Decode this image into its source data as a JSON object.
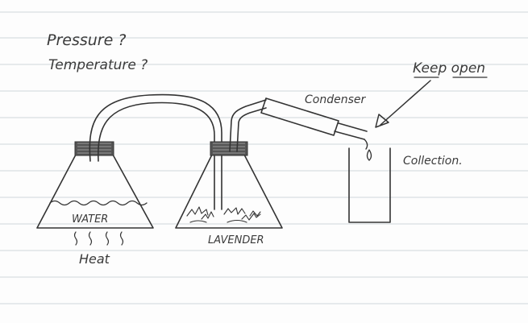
{
  "notes": {
    "line1": "Pressure ?",
    "line2": "Temperature ?"
  },
  "labels": {
    "condenser": "Condenser",
    "keep_open": "Keep open",
    "collection": "Collection.",
    "water": "WATER",
    "heat": "Heat",
    "lavender": "LAVENDER"
  },
  "colors": {
    "ink": "#333333",
    "rule_lines": "#cfd8dc",
    "paper": "#fdfdfd"
  }
}
